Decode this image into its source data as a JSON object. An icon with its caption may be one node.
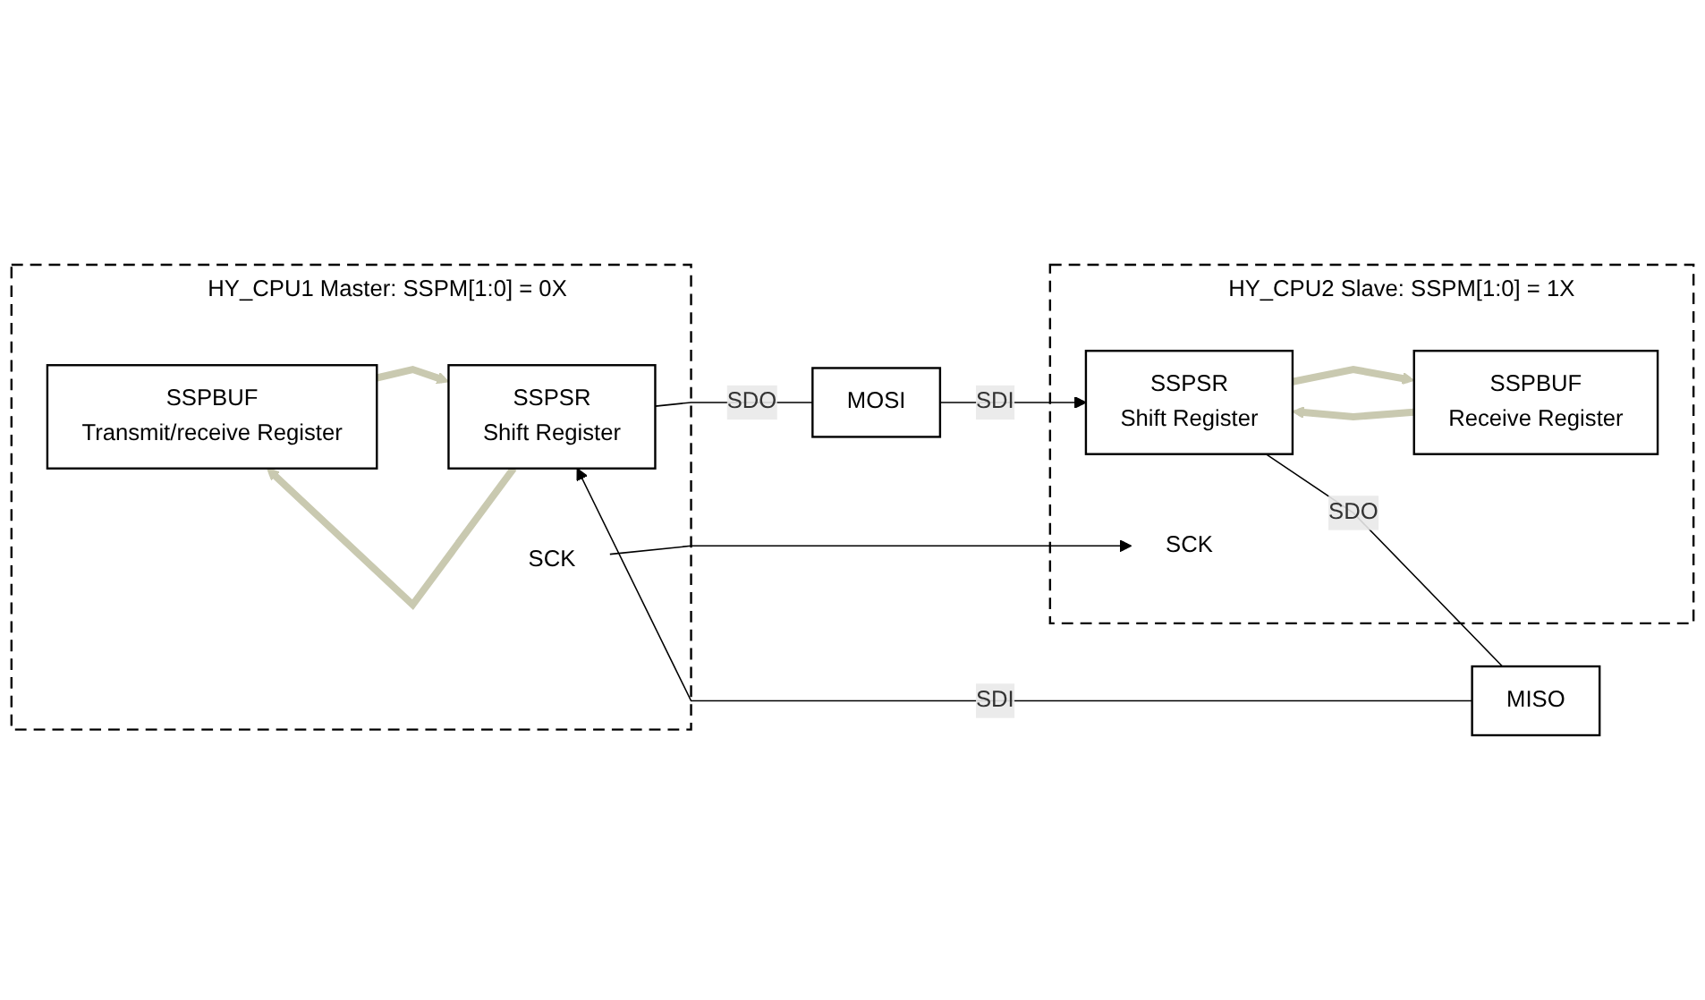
{
  "diagram": {
    "nodes": [
      {
        "text": [
          "HY_CPU1 Master: SSPM[1:0] = 0X"
        ]
      },
      {
        "text": [
          "SSPBUF",
          "Transmit/receive Register"
        ],
        "in": 0
      },
      {
        "text": [
          "SSPSR",
          "Shift Register"
        ],
        "in": 0
      },
      {
        "text": [
          "HY_CPU2 Slave: SSPM[1:0] = 1X"
        ]
      },
      {
        "text": [
          "SSPBUF",
          "Receive Register"
        ],
        "in": 3
      },
      {
        "text": [
          "SSPSR",
          "Shift Register"
        ],
        "in": 3
      },
      {
        "text": [
          "MOSI"
        ]
      },
      {
        "text": [
          "MISO"
        ]
      },
      {
        "text": [
          "SCK"
        ],
        "in": 0
      },
      {
        "text": [
          "SCK"
        ],
        "in": 3
      }
    ],
    "edges": [
      {
        "from": 1,
        "to": 2,
        "arrow": "to",
        "style": "thick",
        "color": "#c9c9b0"
      },
      {
        "from": 2,
        "to": 1,
        "arrow": "to",
        "style": "thick",
        "color": "#c9c9b0"
      },
      {
        "from": 2,
        "to": 6,
        "label": "SDO",
        "arrow": "none"
      },
      {
        "from": 6,
        "to": 5,
        "label": "SDI",
        "arrow": "to"
      },
      {
        "from": 4,
        "to": 5,
        "arrow": "to",
        "style": "thick",
        "color": "#c9c9b0"
      },
      {
        "from": 5,
        "to": 4,
        "arrow": "to",
        "style": "thick",
        "color": "#c9c9b0"
      },
      {
        "from": 5,
        "to": 7,
        "label": "SDO",
        "arrow": "none"
      },
      {
        "from": 7,
        "to": 2,
        "label": "SDI",
        "arrow": "to"
      },
      {
        "from": 8,
        "to": 9,
        "arrow": "to"
      }
    ]
  }
}
